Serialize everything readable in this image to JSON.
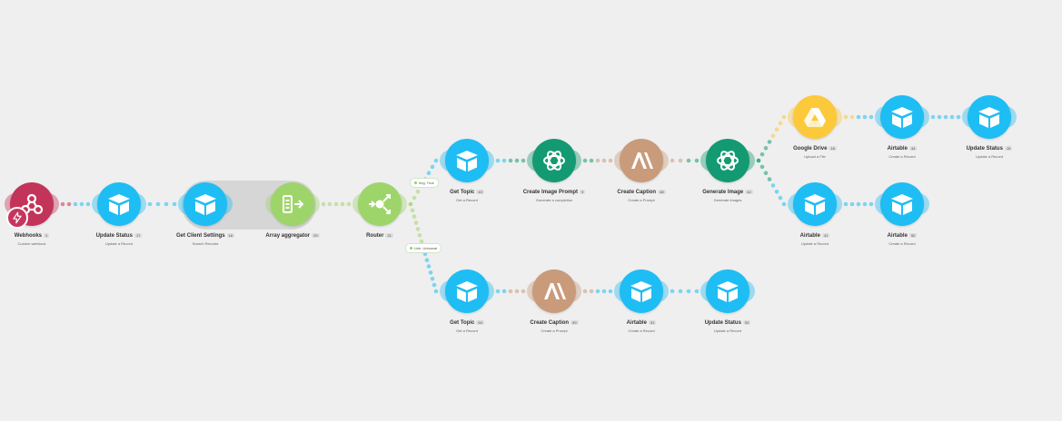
{
  "colors": {
    "webhooks": "#c3345b",
    "airtable": "#1ebdf4",
    "aggregator": "#9ed56b",
    "router": "#9ed56b",
    "openai": "#149a73",
    "anthropic": "#c99b7b",
    "drive": "#fcc93a"
  },
  "modules": {
    "webhooks": {
      "title": "Webhooks",
      "num": "1",
      "sub": "Custom webhook",
      "icon": "webhook-icon"
    },
    "update_status_1": {
      "title": "Update Status",
      "num": "17",
      "sub": "Update a Record",
      "icon": "airtable-icon"
    },
    "get_client_settings": {
      "title": "Get Client Settings",
      "num": "16",
      "sub": "Search Records",
      "icon": "airtable-icon"
    },
    "array_aggregator": {
      "title": "Array aggregator",
      "num": "29",
      "sub": "",
      "icon": "aggregator-icon"
    },
    "router": {
      "title": "Router",
      "num": "21",
      "sub": "",
      "icon": "router-icon"
    },
    "get_topic_1": {
      "title": "Get Topic",
      "num": "43",
      "sub": "Get a Record",
      "icon": "airtable-icon"
    },
    "create_image_prompt": {
      "title": "Create Image Prompt",
      "num": "9",
      "sub": "Generate a completion",
      "icon": "openai-icon"
    },
    "create_caption_1": {
      "title": "Create Caption",
      "num": "48",
      "sub": "Create a Prompt",
      "icon": "anthropic-icon"
    },
    "generate_image": {
      "title": "Generate Image",
      "num": "42",
      "sub": "Generate images",
      "icon": "openai-icon"
    },
    "google_drive": {
      "title": "Google Drive",
      "num": "18",
      "sub": "Upload a File",
      "icon": "drive-icon"
    },
    "airtable_44": {
      "title": "Airtable",
      "num": "44",
      "sub": "Create a Record",
      "icon": "airtable-icon"
    },
    "update_status_2": {
      "title": "Update Status",
      "num": "19",
      "sub": "Update a Record",
      "icon": "airtable-icon"
    },
    "airtable_41": {
      "title": "Airtable",
      "num": "41",
      "sub": "Update a Record",
      "icon": "airtable-icon"
    },
    "airtable_52": {
      "title": "Airtable",
      "num": "52",
      "sub": "Create a Record",
      "icon": "airtable-icon"
    },
    "get_topic_2": {
      "title": "Get Topic",
      "num": "53",
      "sub": "Get a Record",
      "icon": "airtable-icon"
    },
    "create_caption_2": {
      "title": "Create Caption",
      "num": "59",
      "sub": "Create a Prompt",
      "icon": "anthropic-icon"
    },
    "airtable_51": {
      "title": "Airtable",
      "num": "51",
      "sub": "Create a Record",
      "icon": "airtable-icon"
    },
    "update_status_3": {
      "title": "Update Status",
      "num": "53",
      "sub": "Update a Record",
      "icon": "airtable-icon"
    }
  },
  "filters": {
    "image": {
      "label": "Img",
      "label2": "True"
    },
    "text": {
      "label": "Link",
      "label2": "Untouval"
    }
  }
}
